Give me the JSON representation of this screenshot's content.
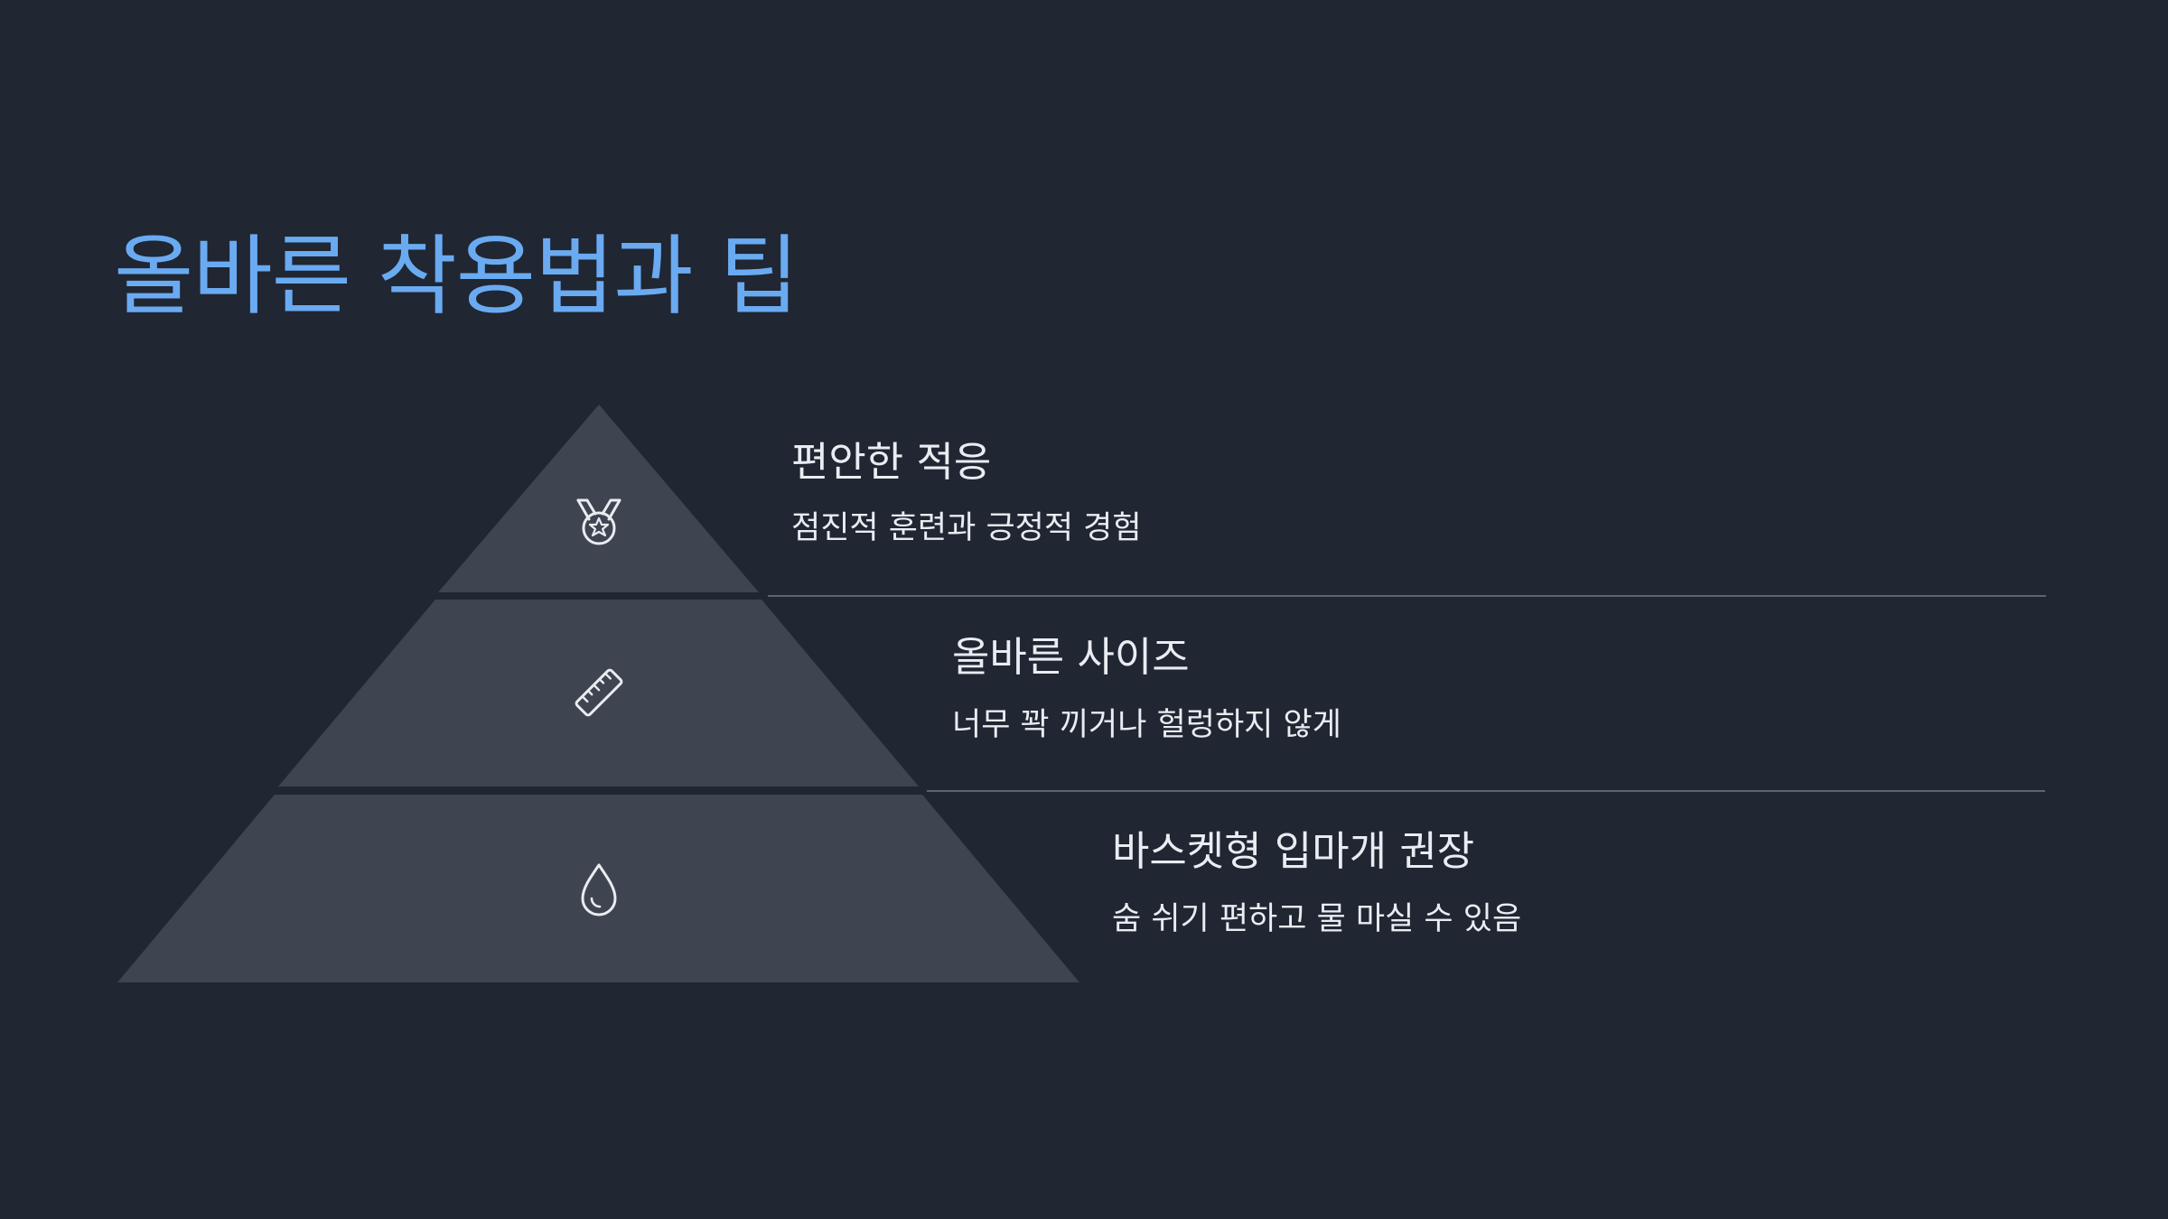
{
  "slide": {
    "title": "올바른 착용법과 팁",
    "background_color": "#202632",
    "accent_color": "#6aaaf1"
  },
  "pyramid": {
    "fill_color": "#3f4550",
    "levels": [
      {
        "title": "편안한 적응",
        "description": "점진적 훈련과 긍정적 경험",
        "icon": "medal-icon"
      },
      {
        "title": "올바른 사이즈",
        "description": "너무 꽉 끼거나 헐렁하지 않게",
        "icon": "ruler-icon"
      },
      {
        "title": "바스켓형 입마개 권장",
        "description": "숨 쉬기 편하고 물 마실 수 있음",
        "icon": "water-drop-icon"
      }
    ]
  }
}
